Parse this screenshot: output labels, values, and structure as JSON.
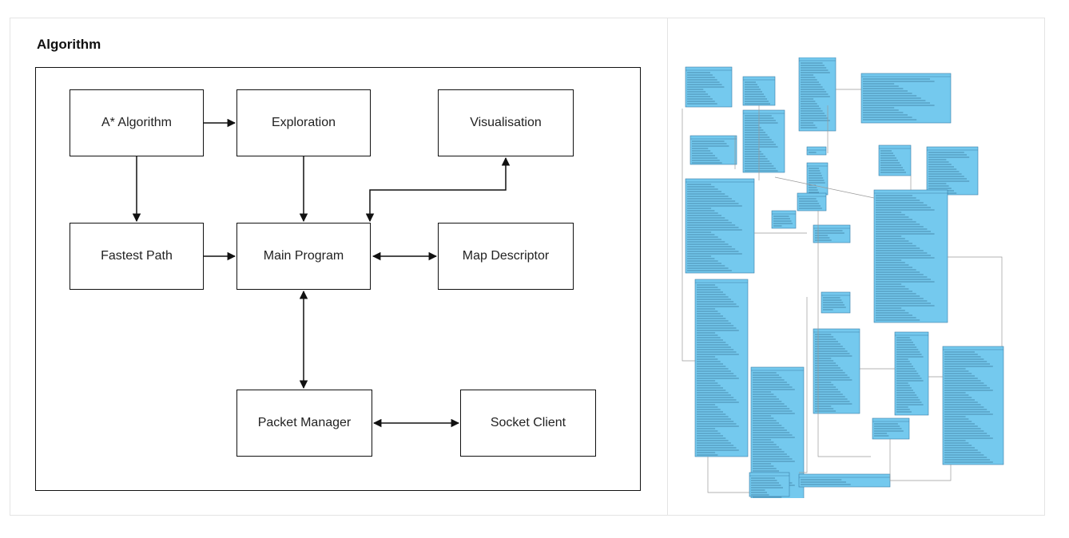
{
  "section": {
    "heading": "Algorithm"
  },
  "diagram": {
    "nodes": {
      "astar": "A* Algorithm",
      "exploration": "Exploration",
      "visualisation": "Visualisation",
      "fastest_path": "Fastest Path",
      "main_program": "Main Program",
      "map_descriptor": "Map Descriptor",
      "packet_manager": "Packet Manager",
      "socket_client": "Socket Client"
    }
  },
  "uml": {
    "fill_color": "#74c9ee",
    "border_color": "#3a7fa8"
  },
  "colors": {
    "line": "#111111",
    "frame": "#e4e4e4"
  }
}
